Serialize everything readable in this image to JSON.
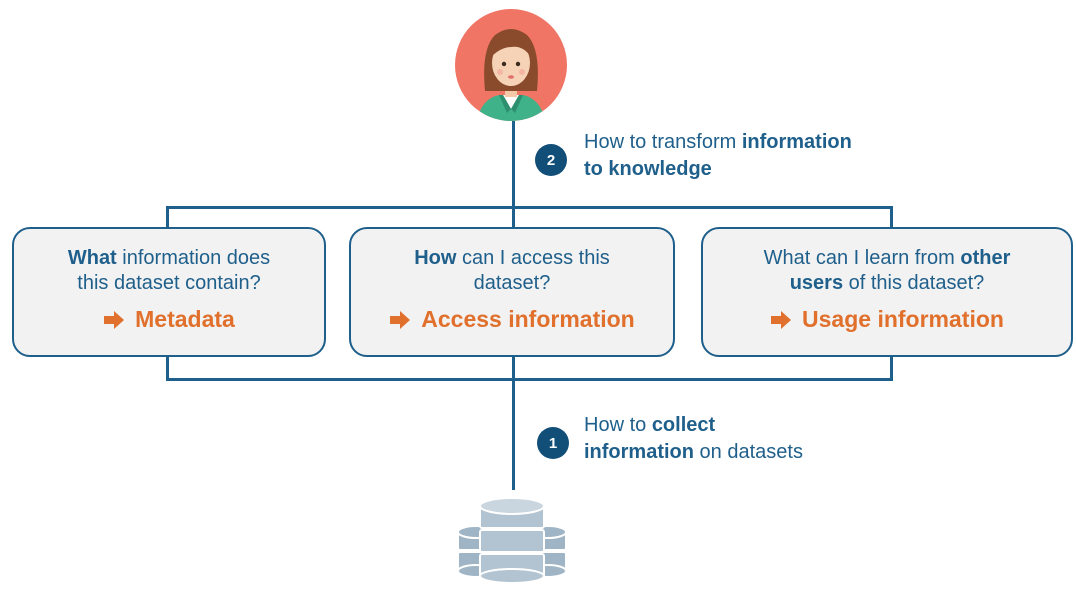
{
  "step2": {
    "number": "2",
    "line1_plain": "How to transform ",
    "line1_bold": "information",
    "line2_bold": "to knowledge"
  },
  "step1": {
    "number": "1",
    "line1_plain": "How to ",
    "line1_bold": "collect",
    "line2_bold": "information",
    "line2_plain": " on datasets"
  },
  "boxes": [
    {
      "q1_bold": "What",
      "q1_plain": " information does",
      "q2": "this dataset contain?",
      "answer": "Metadata"
    },
    {
      "q1_bold": "How",
      "q1_plain": " can I access this",
      "q2": "dataset?",
      "answer": "Access information"
    },
    {
      "q1_plain": "What can I learn from ",
      "q1_bold": "other",
      "q2_bold": "users",
      "q2_plain": " of this dataset?",
      "answer": "Usage information"
    }
  ],
  "colors": {
    "primary": "#1f5f8b",
    "badge": "#114e78",
    "accent": "#e0702c",
    "box_fill": "#f2f2f2"
  }
}
